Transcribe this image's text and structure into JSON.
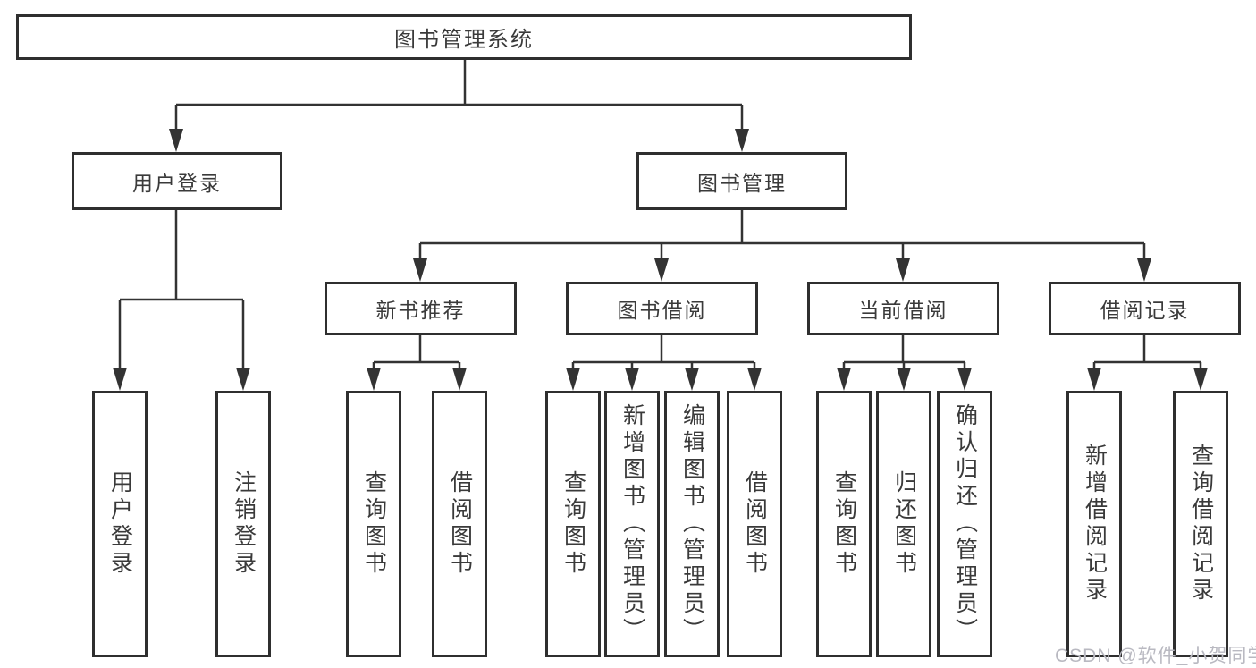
{
  "tree": {
    "label": "图书管理系统",
    "children": [
      {
        "label": "用户登录",
        "children": [
          {
            "label": "用户登录"
          },
          {
            "label": "注销登录"
          }
        ]
      },
      {
        "label": "图书管理",
        "children": [
          {
            "label": "新书推荐",
            "children": [
              {
                "label": "查询图书"
              },
              {
                "label": "借阅图书"
              }
            ]
          },
          {
            "label": "图书借阅",
            "children": [
              {
                "label": "查询图书"
              },
              {
                "label": "新增图书（管理员）"
              },
              {
                "label": "编辑图书（管理员）"
              },
              {
                "label": "借阅图书"
              }
            ]
          },
          {
            "label": "当前借阅",
            "children": [
              {
                "label": "查询图书"
              },
              {
                "label": "归还图书"
              },
              {
                "label": "确认归还（管理员）"
              }
            ]
          },
          {
            "label": "借阅记录",
            "children": [
              {
                "label": "新增借阅记录"
              },
              {
                "label": "查询借阅记录"
              }
            ]
          }
        ]
      }
    ]
  },
  "watermark": {
    "text": "CSDN @软件_小贺同学",
    "color": "#b9b9c1"
  },
  "style": {
    "line_color": "#333333",
    "box_border_color": "#2f2f2f",
    "text_color": "#3a3a3a",
    "background": "#ffffff"
  }
}
